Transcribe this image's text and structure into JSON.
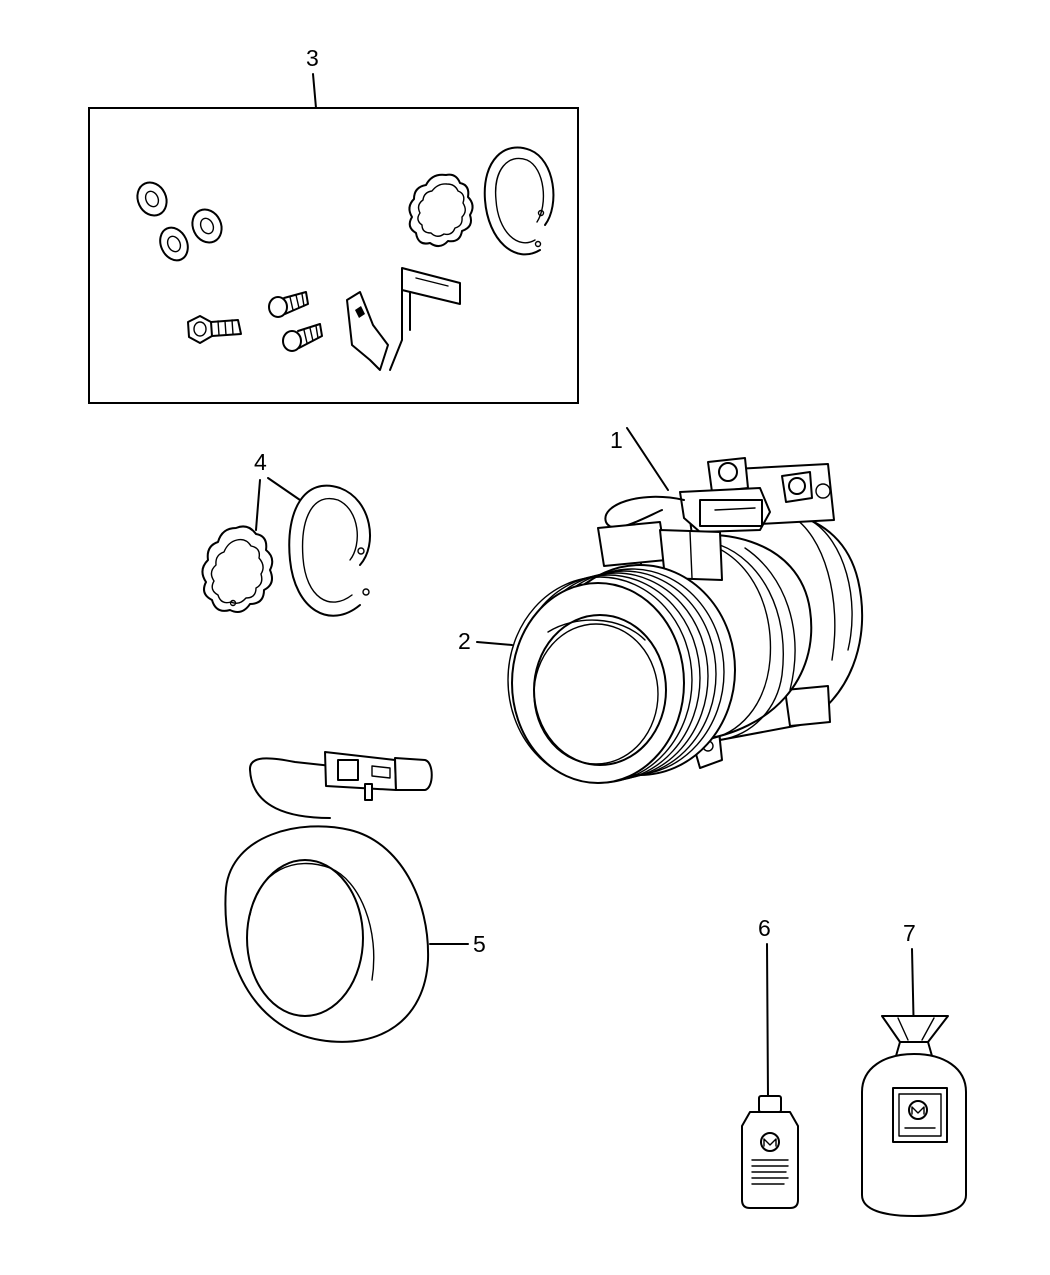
{
  "diagram": {
    "callouts": [
      {
        "id": "1",
        "label": "1"
      },
      {
        "id": "2",
        "label": "2"
      },
      {
        "id": "3",
        "label": "3"
      },
      {
        "id": "4",
        "label": "4"
      },
      {
        "id": "5",
        "label": "5"
      },
      {
        "id": "6",
        "label": "6"
      },
      {
        "id": "7",
        "label": "7"
      }
    ]
  }
}
